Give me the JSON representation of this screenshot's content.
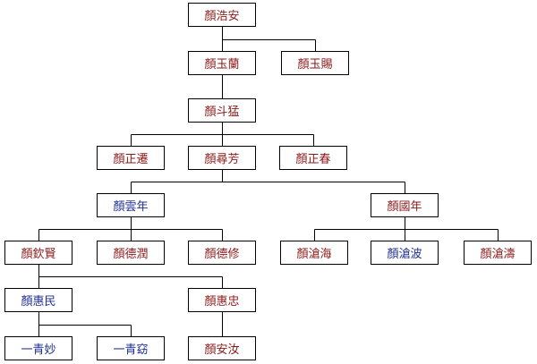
{
  "colors": {
    "red_name": "#8b1a1a",
    "blue_name": "#1f2f8f",
    "line": "#000000"
  },
  "tree": {
    "n01": {
      "label": "顏浩安",
      "color": "red"
    },
    "n02": {
      "label": "顏玉蘭",
      "color": "red"
    },
    "n03": {
      "label": "顏玉賜",
      "color": "red"
    },
    "n04": {
      "label": "顏斗猛",
      "color": "red"
    },
    "n05": {
      "label": "顏正遷",
      "color": "red"
    },
    "n06": {
      "label": "顏尋芳",
      "color": "red"
    },
    "n07": {
      "label": "顏正春",
      "color": "red"
    },
    "n08": {
      "label": "顏雲年",
      "color": "blue"
    },
    "n09": {
      "label": "顏國年",
      "color": "red"
    },
    "n10": {
      "label": "顏欽賢",
      "color": "red"
    },
    "n11": {
      "label": "顏德潤",
      "color": "red"
    },
    "n12": {
      "label": "顏德修",
      "color": "red"
    },
    "n13": {
      "label": "顏滄海",
      "color": "red"
    },
    "n14": {
      "label": "顏滄波",
      "color": "blue"
    },
    "n15": {
      "label": "顏滄濤",
      "color": "red"
    },
    "n16": {
      "label": "顏惠民",
      "color": "blue"
    },
    "n17": {
      "label": "顏惠忠",
      "color": "red"
    },
    "n18": {
      "label": "一青妙",
      "color": "blue"
    },
    "n19": {
      "label": "一青窈",
      "color": "blue"
    },
    "n20": {
      "label": "顏安汝",
      "color": "red"
    }
  },
  "relations": [
    {
      "parent": "n01",
      "children": [
        "n02",
        "n03"
      ]
    },
    {
      "parent": "n02",
      "children": [
        "n04"
      ]
    },
    {
      "parent": "n04",
      "children": [
        "n05",
        "n06",
        "n07"
      ]
    },
    {
      "parent": "n06",
      "children": [
        "n08",
        "n09"
      ]
    },
    {
      "parent": "n08",
      "children": [
        "n10",
        "n11",
        "n12"
      ]
    },
    {
      "parent": "n09",
      "children": [
        "n13",
        "n14",
        "n15"
      ]
    },
    {
      "parent": "n10",
      "children": [
        "n16",
        "n17"
      ]
    },
    {
      "parent": "n16",
      "children": [
        "n18",
        "n19"
      ]
    },
    {
      "parent": "n17",
      "children": [
        "n20"
      ]
    }
  ]
}
